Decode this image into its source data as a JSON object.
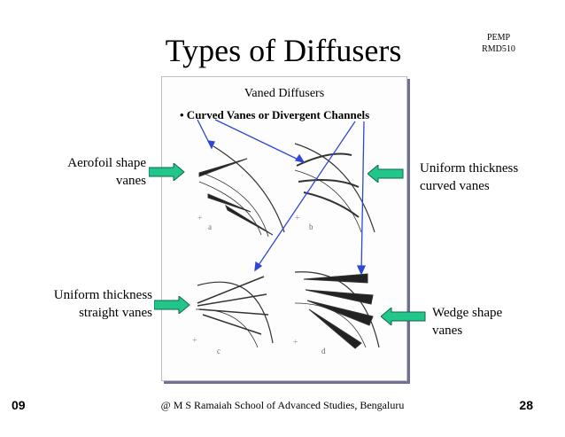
{
  "slide": {
    "title": "Types of Diffusers",
    "corner_line1": "PEMP",
    "corner_line2": "RMD510",
    "footer_left": "09",
    "footer_center": "@ M S Ramaiah School of Advanced Studies, Bengaluru",
    "footer_right": "28"
  },
  "figure": {
    "heading": "Vaned Diffusers",
    "bullet": "• Curved Vanes or Divergent Channels",
    "panel_labels": [
      "a",
      "b",
      "c",
      "d"
    ]
  },
  "labels": {
    "aerofoil_line1": "Aerofoil shape",
    "aerofoil_line2": "vanes",
    "uniform_curved_line1": "Uniform thickness",
    "uniform_curved_line2": "curved vanes",
    "uniform_straight_line1": "Uniform thickness",
    "uniform_straight_line2": "straight vanes",
    "wedge_line1": "Wedge shape",
    "wedge_line2": "vanes"
  },
  "colors": {
    "arrow_fill": "#22c58a",
    "arrow_stroke": "#0f6b4a",
    "pointer_blue": "#2e47d6",
    "figure_shadow": "#6f6f9a"
  },
  "icons": {
    "label_arrow": "block-arrow-right-icon",
    "label_arrow_left": "block-arrow-left-icon"
  }
}
